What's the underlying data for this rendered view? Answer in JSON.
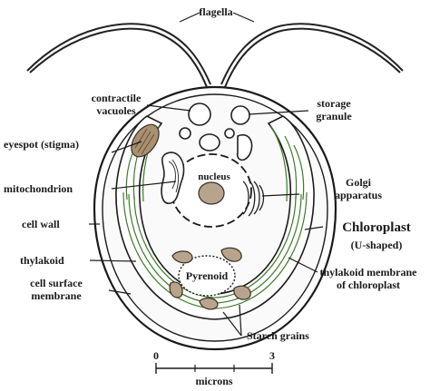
{
  "labels": {
    "flagella": "flagella",
    "contractile_1": "contractile",
    "contractile_2": "vacuoles",
    "storage_1": "storage",
    "storage_2": "granule",
    "eyespot": "eyespot (stigma)",
    "golgi_1": "Golgi",
    "golgi_2": "apparatus",
    "mitochondrion": "mitochondrion",
    "nucleus": "nucleus",
    "cell_wall": "cell wall",
    "chloroplast": "Chloroplast",
    "u_shaped": "(U-shaped)",
    "thylakoid": "thylakoid",
    "cell_surface_1": "cell surface",
    "cell_surface_2": "membrane",
    "pyrenoid": "Pyrenoid",
    "thyl_membrane_1": "thylakoid membrane",
    "thyl_membrane_2": "of chloroplast",
    "starch_grains": "Starch grains"
  },
  "scale": {
    "start": "0",
    "end": "3",
    "unit": "microns"
  },
  "colors": {
    "outline": "#1a1a1a",
    "thylakoid": "#3e7a2a",
    "pigment": "#b8a48c"
  }
}
